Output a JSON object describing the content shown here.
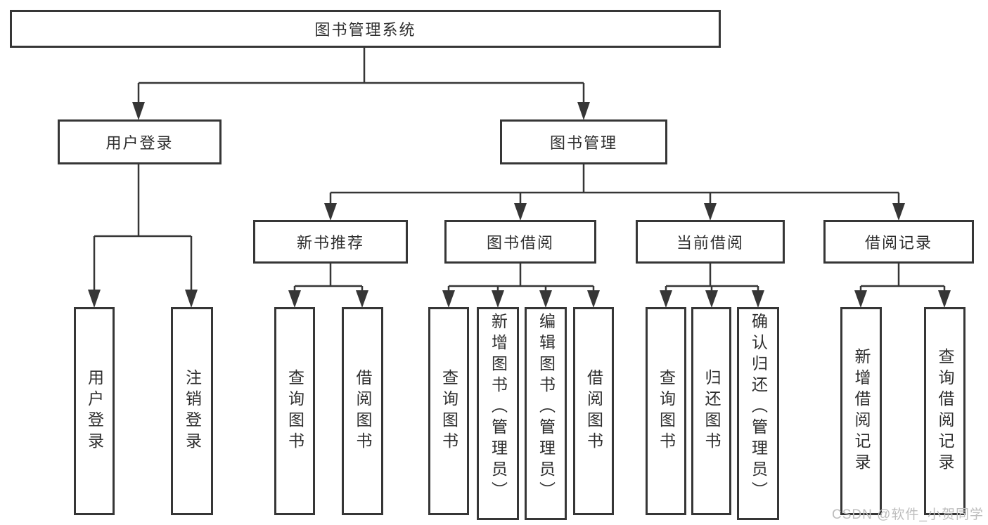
{
  "colors": {
    "line": "#363636",
    "text": "#2e2e2e",
    "watermark": "#bdbdbd",
    "background": "#ffffff"
  },
  "watermark": {
    "text": "CSDN @软件_小贺同学"
  },
  "tree": {
    "root": {
      "label": "图书管理系统"
    },
    "children": [
      {
        "label": "用户登录",
        "children": [
          {
            "label": "用户登录"
          },
          {
            "label": "注销登录"
          }
        ]
      },
      {
        "label": "图书管理",
        "children": [
          {
            "label": "新书推荐",
            "children": [
              {
                "label": "查询图书"
              },
              {
                "label": "借阅图书"
              }
            ]
          },
          {
            "label": "图书借阅",
            "children": [
              {
                "label": "查询图书"
              },
              {
                "label": "新增图书（管理员）"
              },
              {
                "label": "编辑图书（管理员）"
              },
              {
                "label": "借阅图书"
              }
            ]
          },
          {
            "label": "当前借阅",
            "children": [
              {
                "label": "查询图书"
              },
              {
                "label": "归还图书"
              },
              {
                "label": "确认归还（管理员）"
              }
            ]
          },
          {
            "label": "借阅记录",
            "children": [
              {
                "label": "新增借阅记录"
              },
              {
                "label": "查询借阅记录"
              }
            ]
          }
        ]
      }
    ]
  }
}
